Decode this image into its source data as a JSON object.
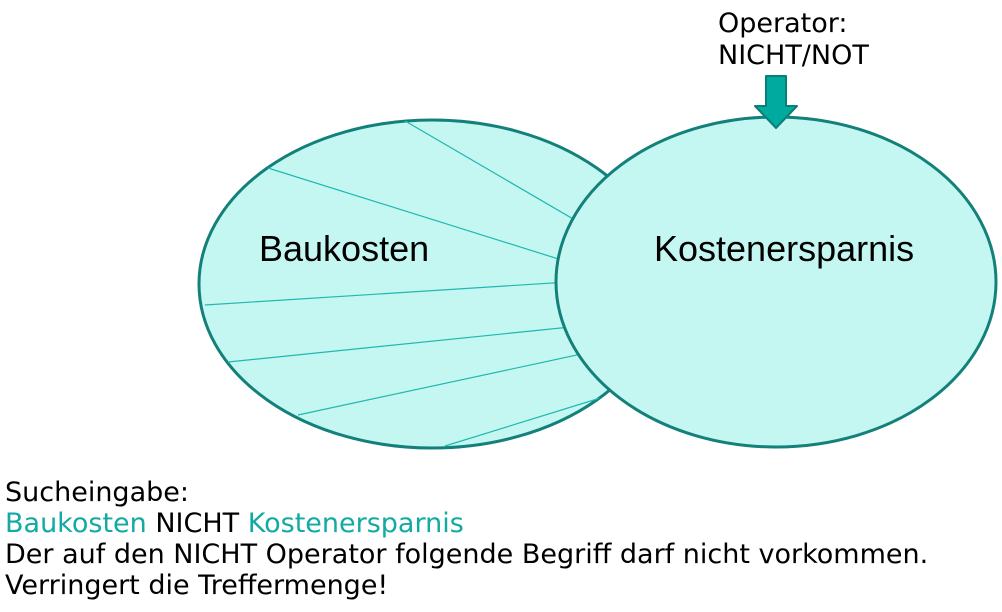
{
  "operator": {
    "line1": "Operator:",
    "line2": "NICHT/NOT"
  },
  "sets": {
    "left": "Baukosten",
    "right": "Kostenersparnis"
  },
  "caption": {
    "heading": "Sucheingabe:",
    "query_term1": "Baukosten",
    "query_operator": "NICHT",
    "query_term2": "Kostenersparnis",
    "explanation": "Der auf den NICHT Operator folgende Begriff darf nicht vorkommen.",
    "result": "Verringert die Treffermenge!"
  },
  "colors": {
    "fill": "#c5f7f2",
    "stroke": "#14807a",
    "hatch": "#20b8b0",
    "arrow": "#00aa9f",
    "accent": "#12aaa3"
  }
}
